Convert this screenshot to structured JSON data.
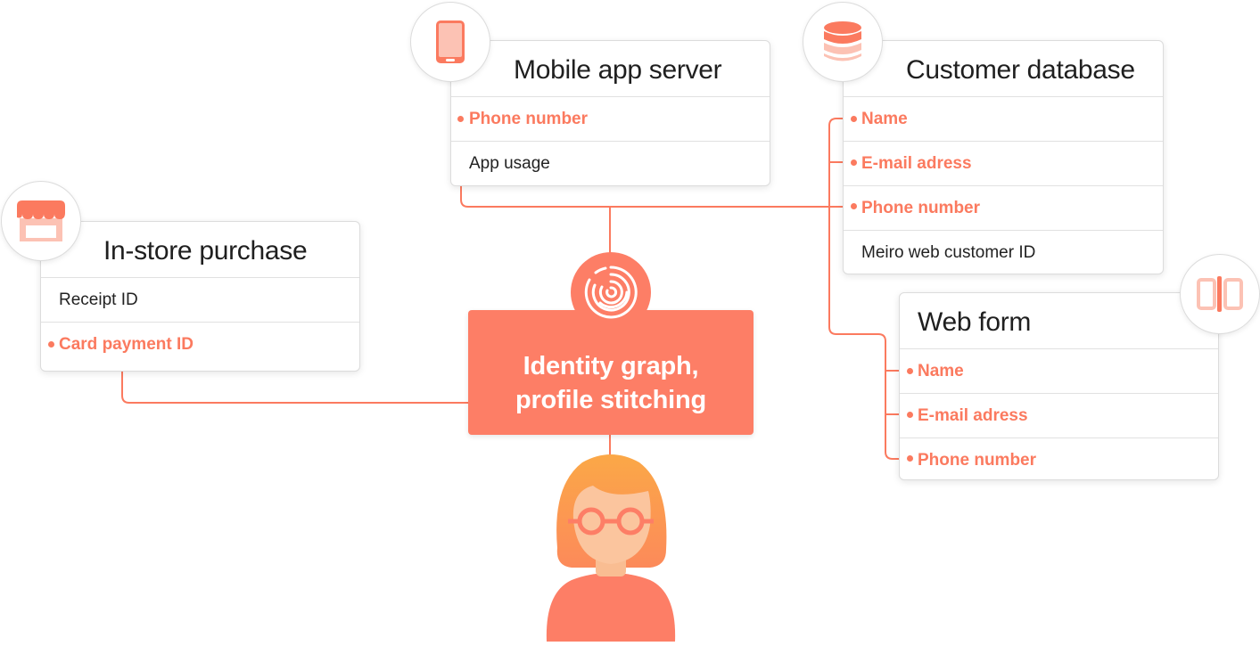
{
  "colors": {
    "accent": "#fb7a5f",
    "center_fill": "#fd7e66",
    "icon_light": "#fcc2b4"
  },
  "center": {
    "line1": "Identity graph,",
    "line2": "profile stitching",
    "icon": "maze-fingerprint-icon"
  },
  "cards": {
    "mobile": {
      "title": "Mobile app server",
      "icon": "smartphone-icon",
      "rows": [
        "Phone number",
        "App usage"
      ]
    },
    "database": {
      "title": "Customer database",
      "icon": "database-icon",
      "rows": [
        "Name",
        "E-mail adress",
        "Phone number",
        "Meiro web customer ID"
      ]
    },
    "store": {
      "title": "In-store purchase",
      "icon": "storefront-icon",
      "rows": [
        "Receipt ID",
        "Card payment ID"
      ]
    },
    "webform": {
      "title": "Web form",
      "icon": "input-field-icon",
      "rows": [
        "Name",
        "E-mail adress",
        "Phone number"
      ]
    }
  },
  "person_icon": "person-avatar-icon"
}
